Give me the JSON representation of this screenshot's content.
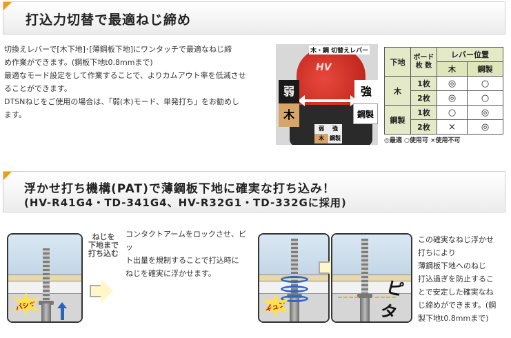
{
  "section1": {
    "title": "打込力切替で最適ねじ締め",
    "body_lines": [
      "切換えレバーで[木下地]･[薄鋼板下地]にワンタッチで最適なねじ締",
      "め作業ができます。(鋼板下地t0.8mmまで)",
      "最適なモード設定をして作業することで、よりカムアウト率を低減させ",
      "ることができます。",
      "DTSNねじをご使用の場合は、「弱(木)モード、単発打ち」をお勧めし",
      "ます。"
    ]
  },
  "photo": {
    "lever_caption": "木・鋼 切替えレバー",
    "brand_mark": "HV",
    "weak": "弱",
    "wood": "木",
    "strong": "強",
    "steel": "鋼製",
    "mini_weak": "弱",
    "mini_strong": "強",
    "mini_wood": "木",
    "mini_steel": "鋼製"
  },
  "table": {
    "col_base": "下地",
    "col_board_line1": "ボード",
    "col_board_line2": "枚 数",
    "col_lever": "レバー位置",
    "col_wood": "木",
    "col_steel": "鋼製",
    "rows": [
      {
        "base": "木",
        "count": "1枚",
        "wood": "◎",
        "steel": "○"
      },
      {
        "base": "",
        "count": "2枚",
        "wood": "◎",
        "steel": "○"
      },
      {
        "base": "鋼製",
        "count": "1枚",
        "wood": "○",
        "steel": "◎"
      },
      {
        "base": "",
        "count": "2枚",
        "wood": "×",
        "steel": "◎"
      }
    ],
    "legend": "◎最適 ○使用可 ×使用不可"
  },
  "section2": {
    "title": "浮かせ打ち機構(PAT)で薄鋼板下地に確実な打ち込み！",
    "subtitle": "(HV-R41G4・TD-341G4、HV-R32G1・TD-332Gに採用)"
  },
  "illustration": {
    "neji_label_lines": [
      "ねじを",
      "下地まで",
      "打ち込む"
    ],
    "burst1": "バシッ",
    "burst2": "ギュン",
    "pita": "ピタッ"
  },
  "desc_left_lines": [
    "コンタクトアームをロックさせ、ビッ",
    "ト出量を規制することで打込時に",
    "ねじを確実に浮かせます。"
  ],
  "desc_right_lines": [
    "この確実なねじ浮かせ",
    "打ちにより",
    "薄鋼板下地へのねじ",
    "打込過ぎを防止するこ",
    "とで安定した確実なね",
    "じ締めができます。(鋼",
    "製下地t0.8mmまで)"
  ]
}
